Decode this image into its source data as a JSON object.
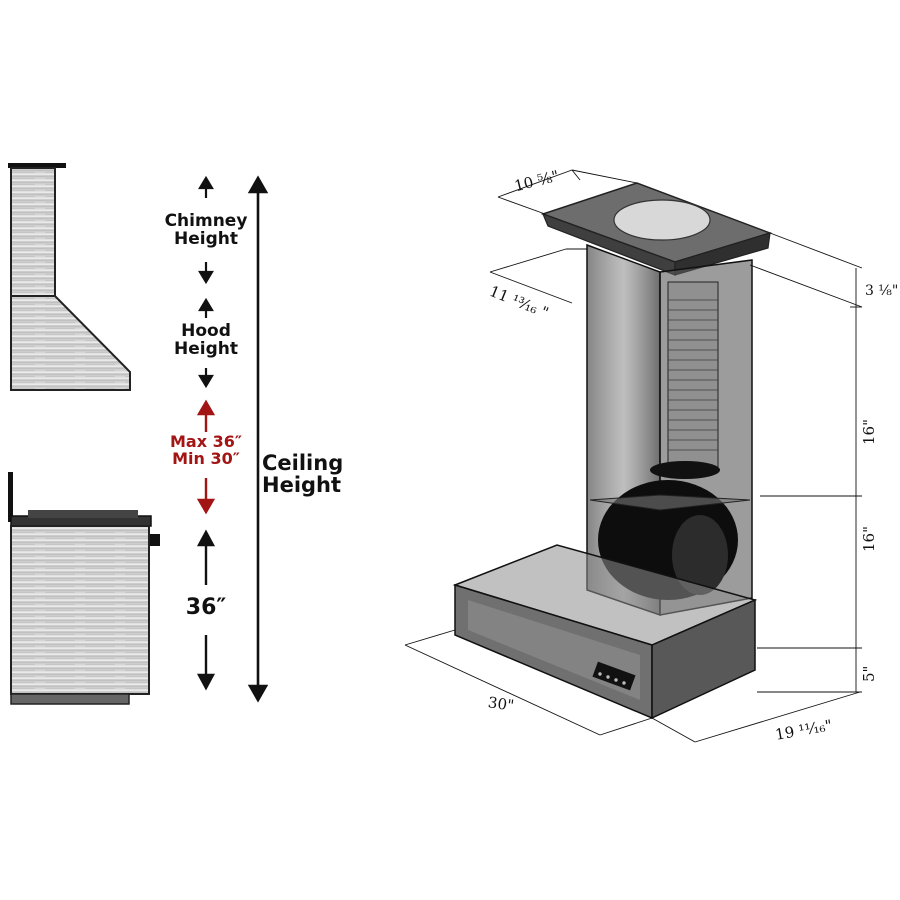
{
  "left_panel": {
    "chimney_height": "Chimney\nHeight",
    "chimney_line1": "Chimney",
    "chimney_line2": "Height",
    "hood_line1": "Hood",
    "hood_line2": "Height",
    "max_label": "Max 36″",
    "min_label": "Min 30″",
    "counter_label": "36″",
    "ceiling_line1": "Ceiling",
    "ceiling_line2": "Height",
    "accent_color": "#a31515"
  },
  "right_panel": {
    "dims": {
      "top_depth": "10 ⁵⁄₈\"",
      "chimney_depth": "11 ¹³⁄₁₆ \"",
      "top_cap": "3 ¹⁄₈\"",
      "upper_chimney": "16\"",
      "lower_chimney": "16\"",
      "hood_height": "5\"",
      "width": "30\"",
      "depth": "19 ¹¹⁄₁₆\""
    }
  }
}
